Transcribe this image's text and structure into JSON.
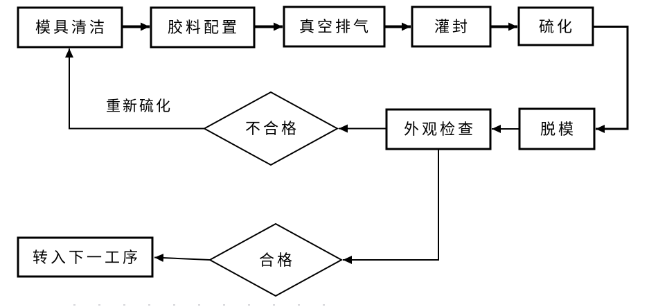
{
  "page": {
    "background": "#ffffff"
  },
  "diagram": {
    "type": "flowchart",
    "colors": {
      "node_fill": "#ffffff",
      "node_border": "#000000",
      "connector": "#000000",
      "text": "#000000"
    },
    "nodes": {
      "mold_cleaning": {
        "shape": "process",
        "label": "模具清洁"
      },
      "rubber_prep": {
        "shape": "process",
        "label": "胶料配置"
      },
      "vacuum_degassing": {
        "shape": "process",
        "label": "真空排气"
      },
      "potting": {
        "shape": "process",
        "label": "灌封"
      },
      "vulcanization": {
        "shape": "process",
        "label": "硫化"
      },
      "demolding": {
        "shape": "process",
        "label": "脱模"
      },
      "visual_inspection": {
        "shape": "process",
        "label": "外观检查"
      },
      "unqualified": {
        "shape": "decision",
        "label": "不合格"
      },
      "qualified": {
        "shape": "decision",
        "label": "合格"
      },
      "next_process": {
        "shape": "process",
        "label": "转入下一工序"
      }
    },
    "edge_labels": {
      "re_vulcanize": "重新硫化"
    },
    "flow": [
      {
        "from": "模具清洁",
        "to": "胶料配置"
      },
      {
        "from": "胶料配置",
        "to": "真空排气"
      },
      {
        "from": "真空排气",
        "to": "灌封"
      },
      {
        "from": "灌封",
        "to": "硫化"
      },
      {
        "from": "硫化",
        "to": "脱模"
      },
      {
        "from": "脱模",
        "to": "外观检查"
      },
      {
        "from": "外观检查",
        "to": "不合格"
      },
      {
        "from": "不合格",
        "to": "模具清洁",
        "label": "重新硫化"
      },
      {
        "from": "外观检查",
        "to": "合格"
      },
      {
        "from": "合格",
        "to": "转入下一工序"
      }
    ]
  }
}
